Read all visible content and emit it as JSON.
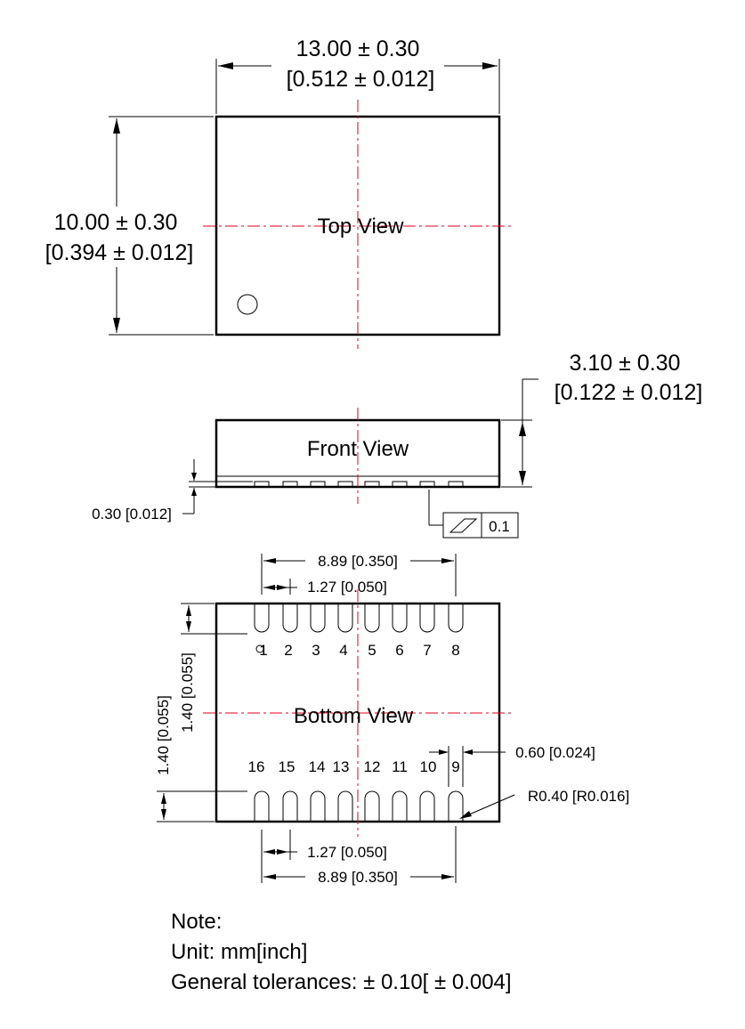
{
  "top_view": {
    "label": "Top View",
    "width_mm": "13.00 ± 0.30",
    "width_in": "[0.512 ± 0.012]",
    "height_mm": "10.00 ± 0.30",
    "height_in": "[0.394 ± 0.012]"
  },
  "front_view": {
    "label": "Front View",
    "thickness_mm": "3.10 ± 0.30",
    "thickness_in": "[0.122 ± 0.012]",
    "standoff": "0.30 [0.012]",
    "flatness_value": "0.1"
  },
  "bottom_view": {
    "label": "Bottom View",
    "top_span": "8.89 [0.350]",
    "top_pitch": "1.27 [0.050]",
    "bottom_pitch": "1.27 [0.050]",
    "bottom_span": "8.89 [0.350]",
    "pad_length_a": "1.40 [0.055]",
    "pad_length_b": "1.40 [0.055]",
    "pad_width": "0.60 [0.024]",
    "pad_radius": "R0.40 [R0.016]",
    "top_pins": [
      "1",
      "2",
      "3",
      "4",
      "5",
      "6",
      "7",
      "8"
    ],
    "bottom_pins": [
      "16",
      "15",
      "14",
      "13",
      "12",
      "11",
      "10",
      "9"
    ]
  },
  "notes": {
    "heading": "Note:",
    "unit": "Unit: mm[inch]",
    "tolerance": "General tolerances:  ± 0.10[ ± 0.004]"
  }
}
